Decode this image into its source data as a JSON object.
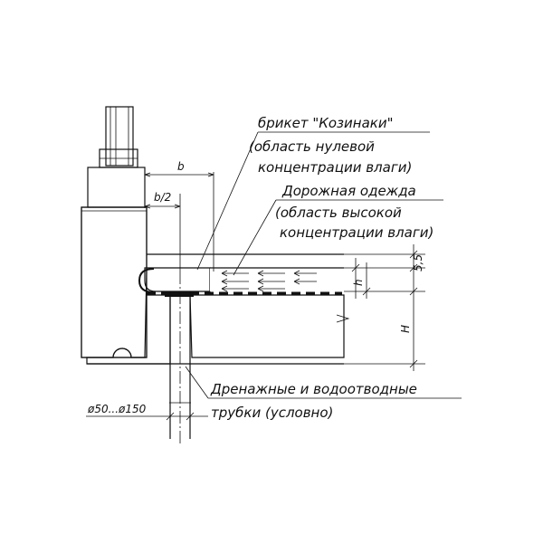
{
  "labels": {
    "briquette_line1": "брикет \"Козинаки\"",
    "briquette_line2": "(область нулевой",
    "briquette_line3": "концентрации влаги)",
    "pavement_line1": "Дорожная одежда",
    "pavement_line2": "(область высокой",
    "pavement_line3": "концентрации влаги)",
    "drain_line1": "Дренажные и водоотводные",
    "drain_line2": "трубки (условно)"
  },
  "dimensions": {
    "b": "b",
    "b_half": "b/2",
    "h": "h",
    "H": "H",
    "layer": "5,5",
    "pipe_diameter": "ø50...ø150"
  },
  "colors": {
    "line": "#111111",
    "background": "#ffffff"
  }
}
